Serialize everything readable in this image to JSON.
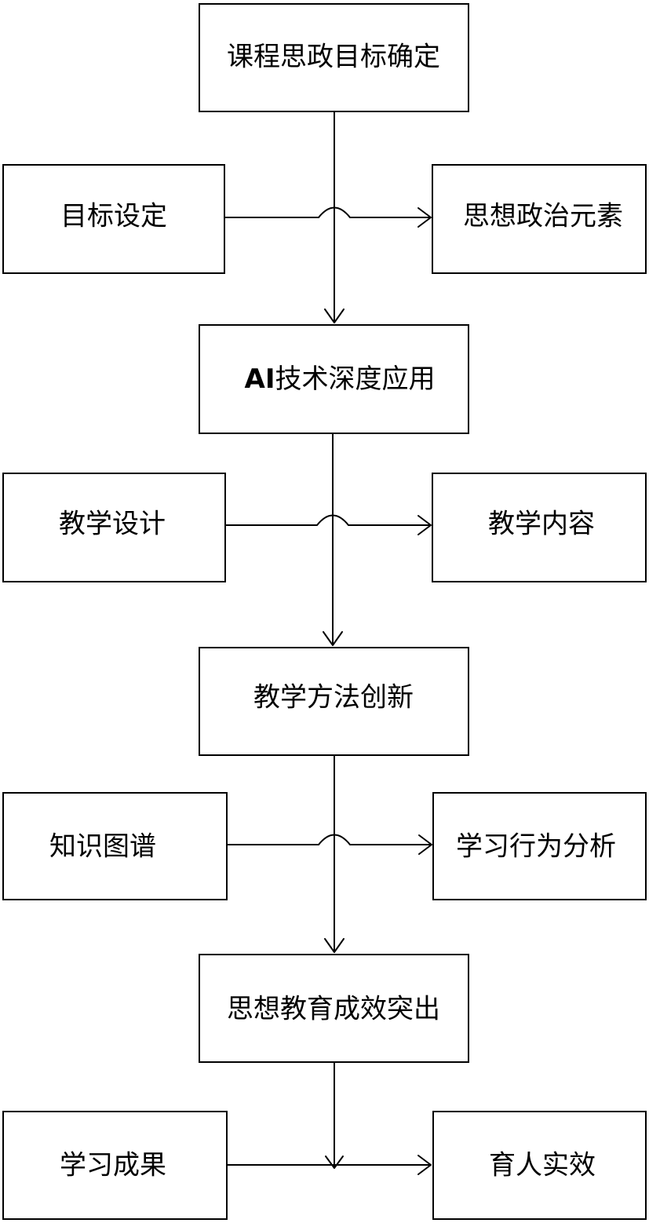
{
  "main_flow": [
    {
      "id": "goal",
      "label": "课程思政目标确定"
    },
    {
      "id": "ai",
      "label_bold": "AI",
      "label": "技术深度应用"
    },
    {
      "id": "method",
      "label": "教学方法创新"
    },
    {
      "id": "outcome",
      "label": "思想教育成效突出"
    }
  ],
  "side_pairs": [
    {
      "left": "目标设定",
      "right": "思想政治元素"
    },
    {
      "left": "教学设计",
      "right": "教学内容"
    },
    {
      "left": "知识图谱",
      "right": "学习行为分析"
    },
    {
      "left": "学习成果",
      "right": "育人实效"
    }
  ]
}
